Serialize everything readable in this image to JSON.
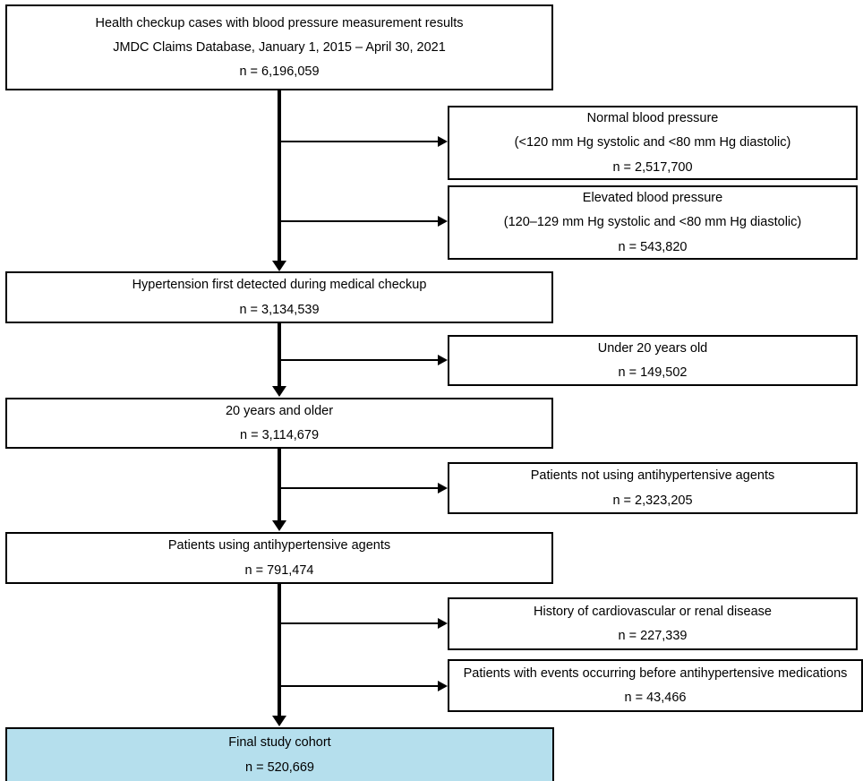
{
  "diagram": {
    "title": "Study cohort selection flow diagram",
    "type": "flowchart",
    "highlight_color": "#b5dfed",
    "line_color": "#000000",
    "background_color": "#ffffff"
  },
  "main_nodes": [
    {
      "id": "source-population",
      "lines": [
        "Health checkup cases with blood pressure measurement results",
        "JMDC Claims Database, January 1, 2015 – April 30, 2021",
        "n = 6,196,059"
      ]
    },
    {
      "id": "hypertension-detected",
      "lines": [
        "Hypertension first detected during medical checkup",
        "n = 3,134,539"
      ]
    },
    {
      "id": "twenty-and-older",
      "lines": [
        "20 years and older",
        "n = 3,114,679"
      ]
    },
    {
      "id": "using-antihypertensive",
      "lines": [
        "Patients using antihypertensive agents",
        "n = 791,474"
      ]
    },
    {
      "id": "final-cohort",
      "lines": [
        "Final study cohort",
        "n = 520,669"
      ]
    }
  ],
  "exclusion_nodes": [
    {
      "id": "normal-blood-pressure",
      "lines": [
        "Normal blood pressure",
        "(<120 mm Hg systolic and <80 mm Hg diastolic)",
        "n = 2,517,700"
      ]
    },
    {
      "id": "elevated-blood-pressure",
      "lines": [
        "Elevated blood pressure",
        "(120–129 mm Hg systolic and <80 mm Hg diastolic)",
        "n = 543,820"
      ]
    },
    {
      "id": "under-20-years-old",
      "lines": [
        "Under 20 years old",
        "n = 149,502"
      ]
    },
    {
      "id": "not-using-antihypertensive",
      "lines": [
        "Patients not using antihypertensive agents",
        "n = 2,323,205"
      ]
    },
    {
      "id": "history-cardiovascular-renal",
      "lines": [
        "History of cardiovascular or renal disease",
        "n = 227,339"
      ]
    },
    {
      "id": "events-before-medication",
      "lines": [
        "Patients with events occurring before antihypertensive medications",
        "n = 43,466"
      ]
    }
  ]
}
